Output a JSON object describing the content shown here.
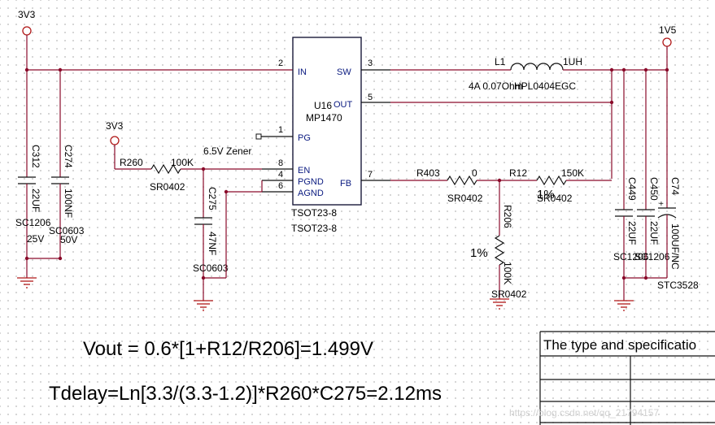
{
  "power": {
    "v3v3_top": "3V3",
    "v3v3_en": "3V3",
    "v1v5": "1V5"
  },
  "ic": {
    "ref": "U16",
    "part": "MP1470",
    "package1": "TSOT23-8",
    "package2": "TSOT23-8",
    "pins": {
      "in_no": "2",
      "in_name": "IN",
      "sw_no": "3",
      "sw_name": "SW",
      "out_no": "5",
      "out_name": "OUT",
      "pg_no": "1",
      "pg_name": "PG",
      "en_no": "8",
      "en_name": "EN",
      "pgnd_no": "4",
      "pgnd_name": "PGND",
      "agnd_no": "6",
      "agnd_name": "AGND",
      "fb_no": "7",
      "fb_name": "FB"
    }
  },
  "components": {
    "c312": {
      "ref": "C312",
      "value": "22UF",
      "pkg": "SC1206",
      "volt": "25V"
    },
    "c274": {
      "ref": "C274",
      "value": "100NF",
      "pkg": "SC0603",
      "volt": "50V"
    },
    "r260": {
      "ref": "R260",
      "value": "100K",
      "pkg": "SR0402"
    },
    "c275": {
      "ref": "C275",
      "value": "47NF",
      "pkg": "SC0603"
    },
    "zener_note": "6.5V Zener",
    "l1": {
      "ref": "L1",
      "value": "1UH",
      "desc": "4A 0.07Ohm",
      "overlap": "HPL0404EGC"
    },
    "r403": {
      "ref": "R403",
      "value": "0",
      "pkg": "SR0402"
    },
    "r12": {
      "ref": "R12",
      "value": "150K",
      "pkg": "SR0402",
      "tol": "1%"
    },
    "r206": {
      "ref": "R206",
      "value": "100K",
      "pkg": "SR0402",
      "tol": "1%"
    },
    "c449": {
      "ref": "C449",
      "value": "22UF",
      "pkg": "SC1206"
    },
    "c450": {
      "ref": "C450",
      "value": "22UF",
      "pkg": "SC1206"
    },
    "c74": {
      "ref": "C74",
      "value": "100UF/NC",
      "pkg": "STC3528"
    }
  },
  "equations": {
    "vout": "Vout = 0.6*[1+R12/R206]=1.499V",
    "tdelay": "Tdelay=Ln[3.3/(3.3-1.2)]*R260*C275=2.12ms"
  },
  "table": {
    "header": "The type and specificatio"
  },
  "watermark": "https://blog.csdn.net/qq_21794157"
}
